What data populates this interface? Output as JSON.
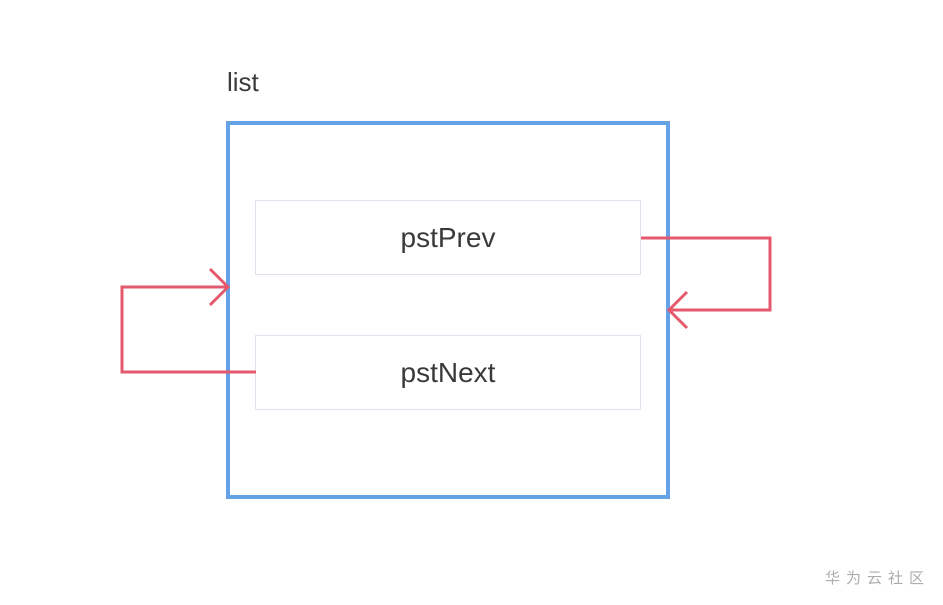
{
  "diagram": {
    "label": "list",
    "node": {
      "fields": [
        {
          "name": "pstPrev"
        },
        {
          "name": "pstNext"
        }
      ]
    },
    "watermark": "华为云社区"
  },
  "colors": {
    "container_border": "#64a2e5",
    "field_border": "#dde3ed",
    "arrow": "#e4596d",
    "label_text": "#3b3b3b",
    "field_text": "#3a3a3a",
    "watermark_text": "#adadad"
  }
}
